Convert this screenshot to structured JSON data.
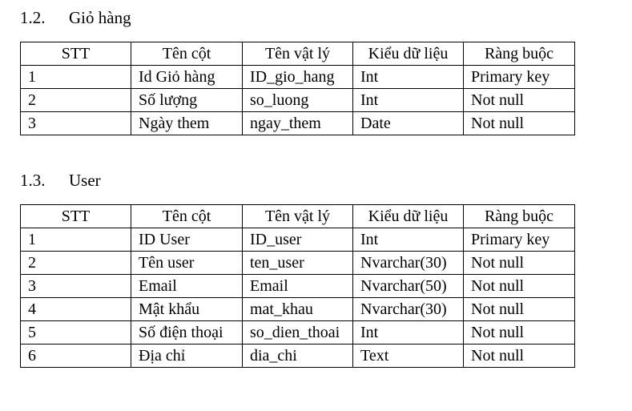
{
  "sections": [
    {
      "number": "1.2.",
      "title": "Giỏ hàng",
      "headers": [
        "STT",
        "Tên cột",
        "Tên vật lý",
        "Kiểu dữ liệu",
        "Ràng buộc"
      ],
      "rows": [
        [
          "1",
          "Id Giỏ hàng",
          "ID_gio_hang",
          "Int",
          "Primary key"
        ],
        [
          "2",
          "Số lượng",
          "so_luong",
          "Int",
          "Not null"
        ],
        [
          "3",
          "Ngày them",
          "ngay_them",
          "Date",
          "Not null"
        ]
      ]
    },
    {
      "number": "1.3.",
      "title": "User",
      "headers": [
        "STT",
        "Tên cột",
        "Tên vật lý",
        "Kiểu dữ liệu",
        "Ràng buộc"
      ],
      "rows": [
        [
          "1",
          "ID User",
          "ID_user",
          "Int",
          "Primary key"
        ],
        [
          "2",
          "Tên user",
          "ten_user",
          "Nvarchar(30)",
          "Not null"
        ],
        [
          "3",
          "Email",
          "Email",
          "Nvarchar(50)",
          "Not null"
        ],
        [
          "4",
          "Mật khẩu",
          "mat_khau",
          "Nvarchar(30)",
          "Not null"
        ],
        [
          "5",
          "Số điện thoại",
          "so_dien_thoai",
          "Int",
          "Not null"
        ],
        [
          "6",
          "Địa chỉ",
          "dia_chi",
          "Text",
          "Not null"
        ]
      ]
    }
  ]
}
